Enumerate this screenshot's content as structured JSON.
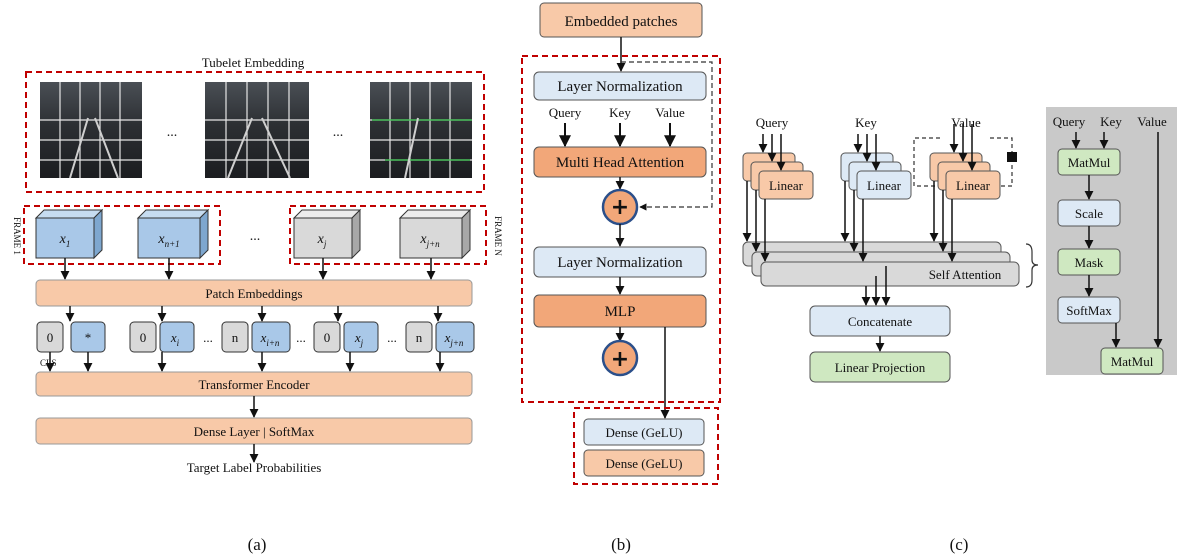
{
  "colors": {
    "orange": "#f8c9a8",
    "orange_dark": "#f2a779",
    "blue": "#dde9f5",
    "blue_cube": "#a9c8e8",
    "grey_cube": "#d9d9d9",
    "green": "#cfe8c1",
    "grey_panel": "#c9c9c9",
    "red_dash": "#c00000"
  },
  "panel_a": {
    "caption": "(a)",
    "tubelet_title": "Tubelet Embedding",
    "ellipsis": "...",
    "frame1": "FRAME 1",
    "frameN": "FRAME N",
    "cubes": [
      {
        "label": "x",
        "sub": "1"
      },
      {
        "label": "x",
        "sub": "n+1"
      },
      {
        "label": "x",
        "sub": "j"
      },
      {
        "label": "x",
        "sub": "j+n"
      }
    ],
    "patch_embeddings": "Patch Embeddings",
    "tokens": [
      {
        "pos": "0",
        "val": "*"
      },
      {
        "pos": "0",
        "val": "x",
        "sub": "i"
      },
      {
        "pos": "n",
        "val": "x",
        "sub": "i+n"
      },
      {
        "pos": "0",
        "val": "x",
        "sub": "j"
      },
      {
        "pos": "n",
        "val": "x",
        "sub": "j+n"
      }
    ],
    "cls": "CLS",
    "transformer_encoder": "Transformer Encoder",
    "dense_softmax": "Dense Layer | SoftMax",
    "target": "Target Label Probabilities"
  },
  "panel_b": {
    "caption": "(b)",
    "embedded_patches": "Embedded patches",
    "layer_norm_1": "Layer Normalization",
    "query": "Query",
    "key": "Key",
    "value": "Value",
    "mha": "Multi Head Attention",
    "plus": "+",
    "layer_norm_2": "Layer Normalization",
    "mlp": "MLP",
    "dense1": "Dense (GeLU)",
    "dense2": "Dense (GeLU)"
  },
  "panel_c": {
    "caption": "(c)",
    "query": "Query",
    "key": "Key",
    "value": "Value",
    "linear": "Linear",
    "self_attention": "Self Attention",
    "concatenate": "Concatenate",
    "linear_projection": "Linear Projection",
    "side_query": "Query",
    "side_key": "Key",
    "side_value": "Value",
    "matmul1": "MatMul",
    "scale": "Scale",
    "mask": "Mask",
    "softmax": "SoftMax",
    "matmul2": "MatMul"
  }
}
